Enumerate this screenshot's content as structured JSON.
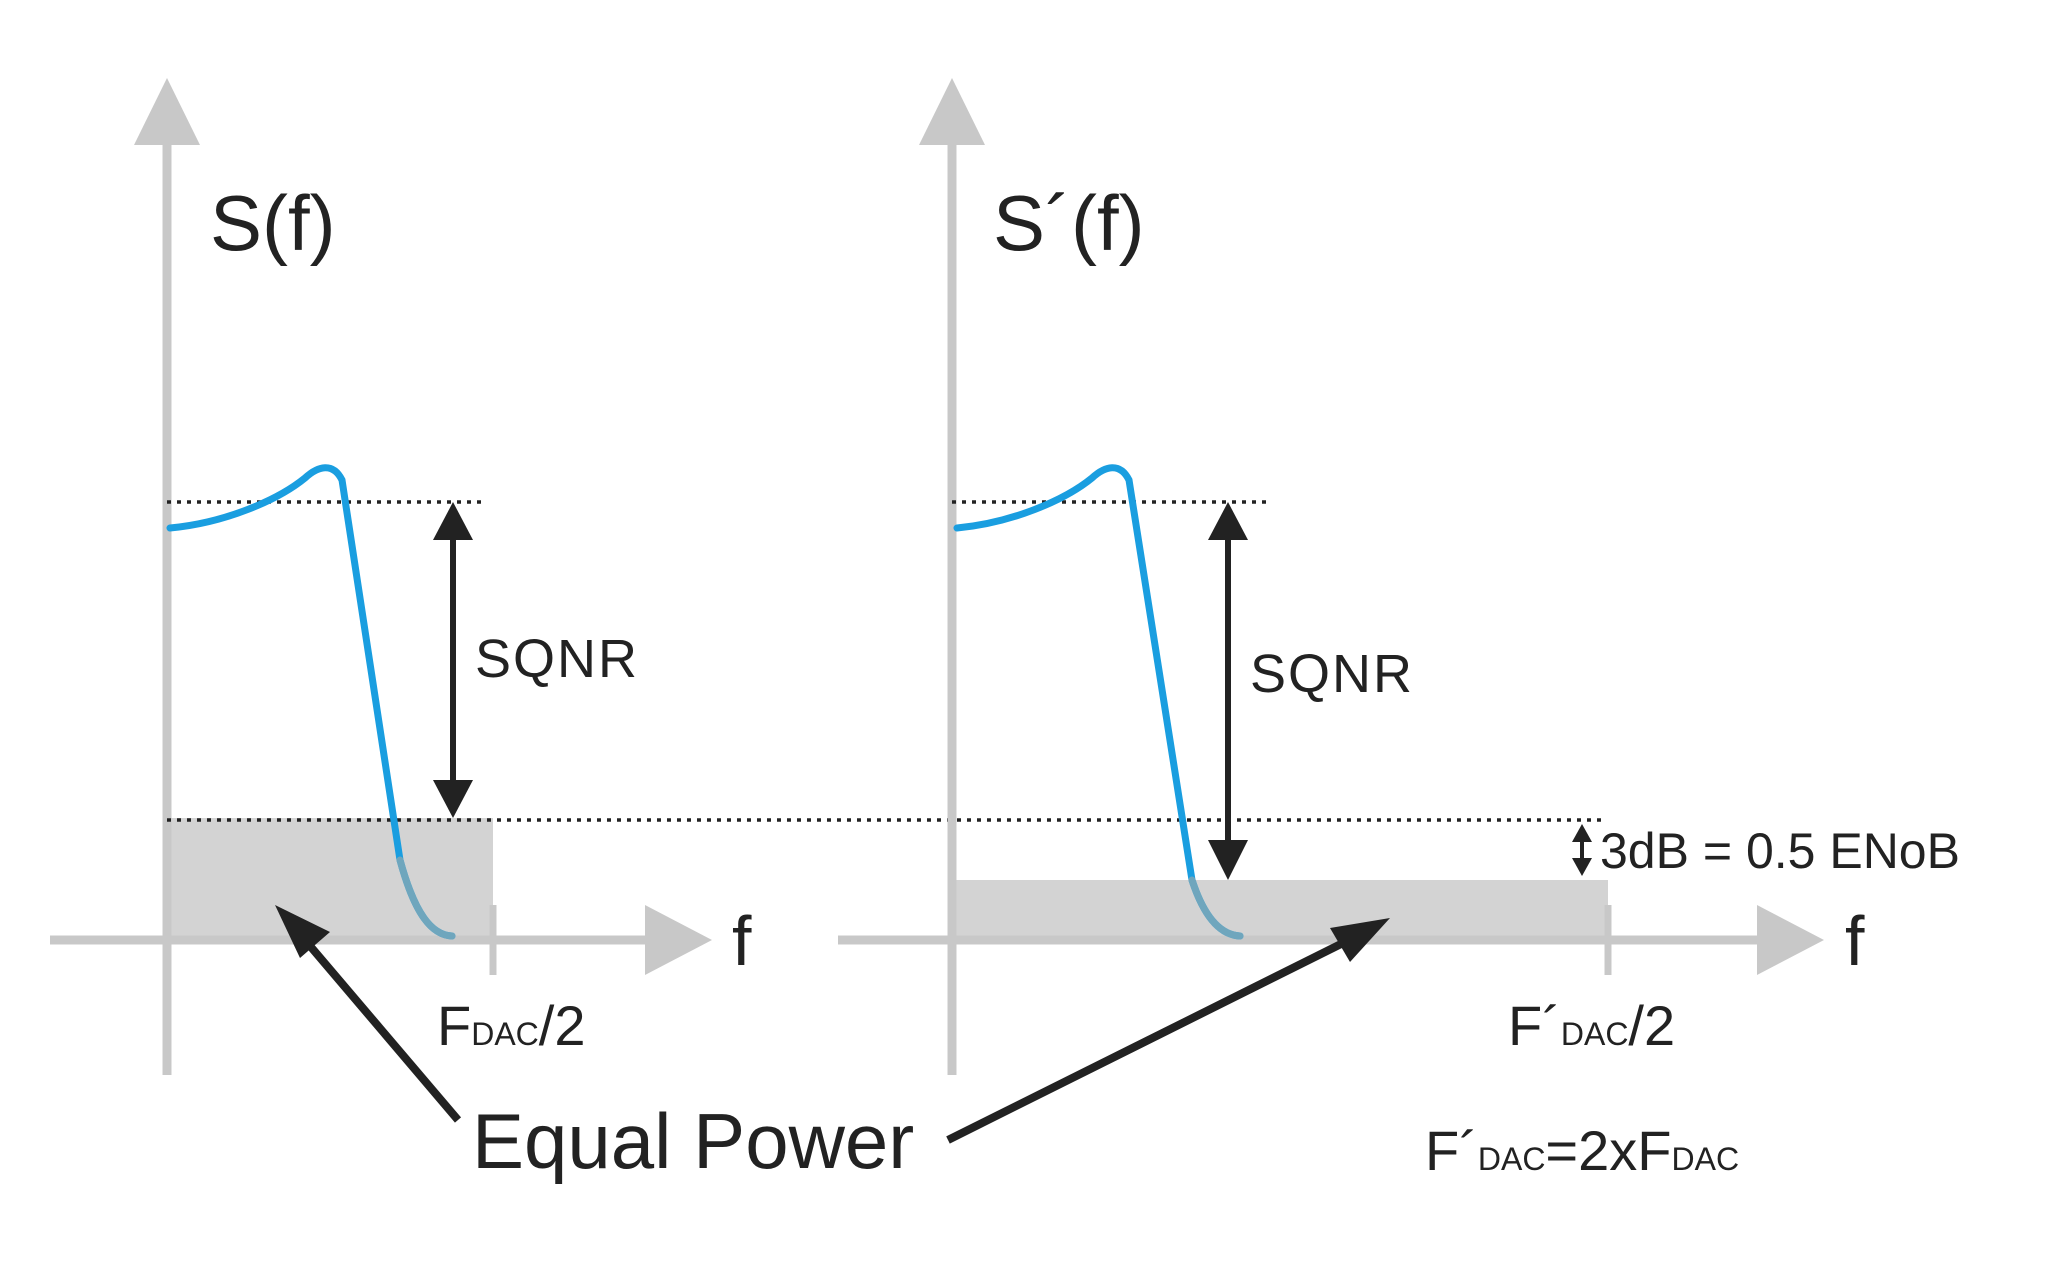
{
  "colors": {
    "axis": "#c8c8c8",
    "curve": "#1a9ee0",
    "noise_fill": "#d3d3d3",
    "ink": "#222222"
  },
  "left_panel": {
    "y_label": "S(f)",
    "x_label": "f",
    "nyquist_main": "F",
    "nyquist_sub": "DAC",
    "nyquist_tail": "/2",
    "sqnr_label": "SQNR"
  },
  "right_panel": {
    "y_label": "S´(f)",
    "x_label": "f",
    "nyquist_main": "F´",
    "nyquist_sub": "DAC",
    "nyquist_tail": "/2",
    "sqnr_label": "SQNR",
    "step_label": "3dB = 0.5 ENoB"
  },
  "shared": {
    "equal_power_label": "Equal Power",
    "relation_a_main": "F´",
    "relation_a_sub": "DAC",
    "relation_b": "=2xF",
    "relation_b_sub": "DAC"
  },
  "icons": [
    "arrow-head-up-icon",
    "arrow-head-right-icon",
    "double-arrow-icon",
    "pointer-arrow-icon"
  ]
}
